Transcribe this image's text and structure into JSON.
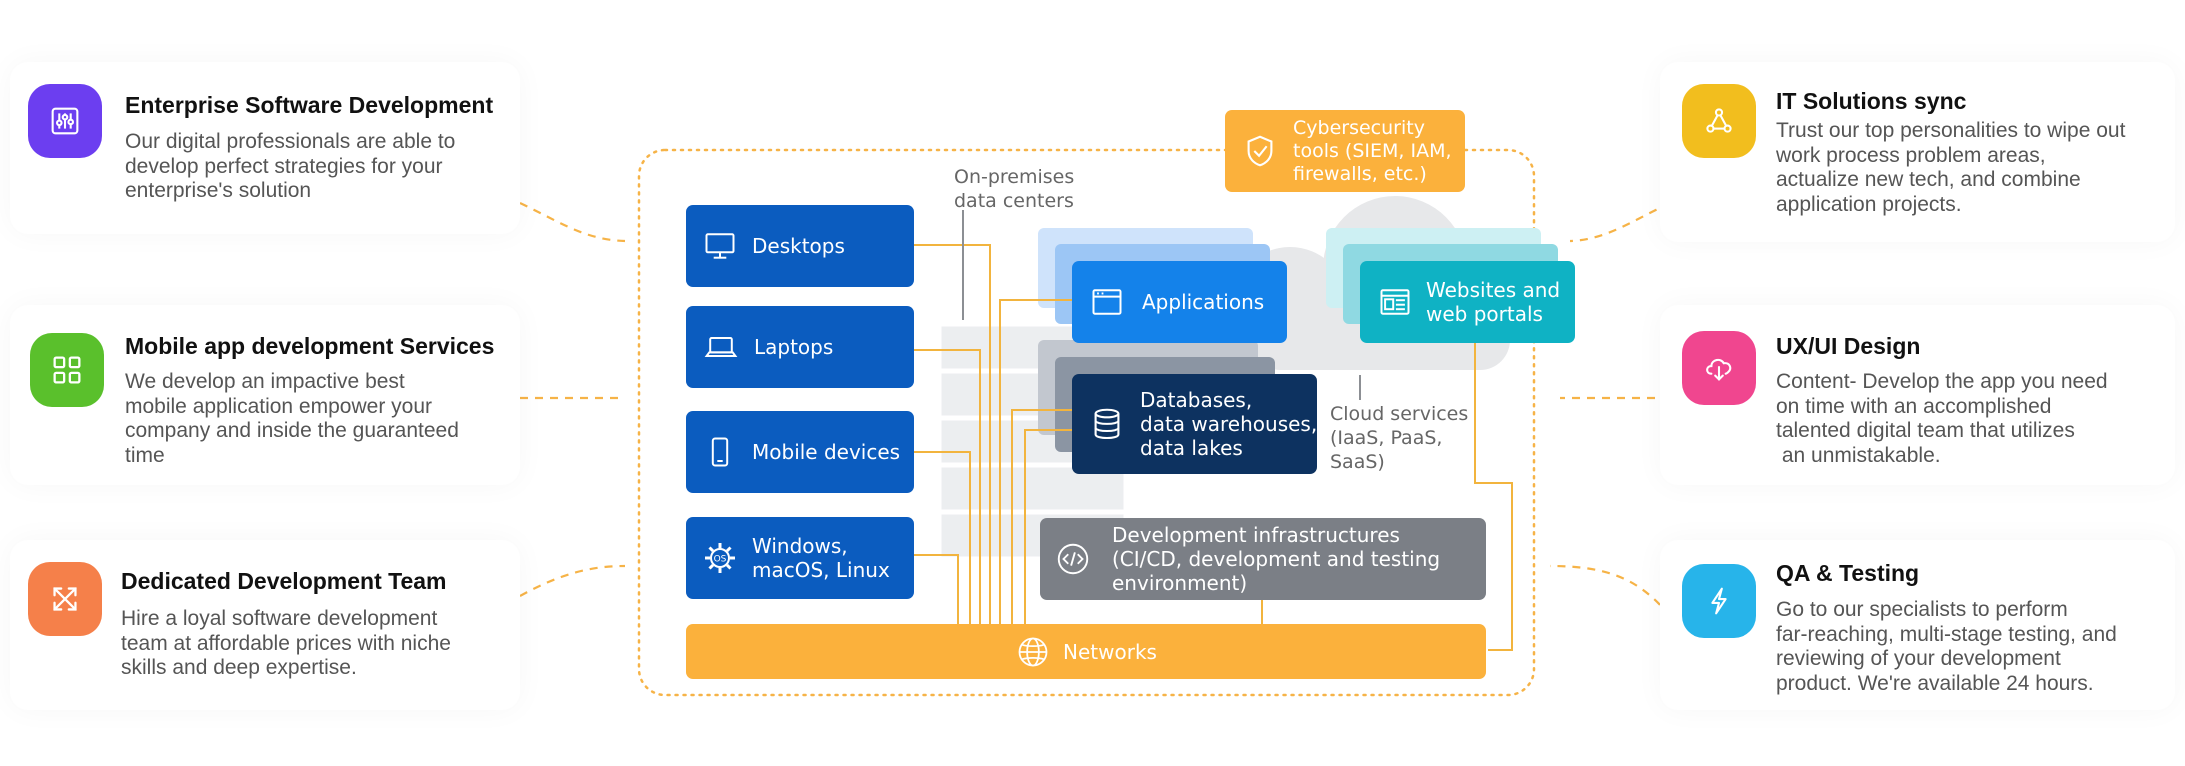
{
  "left_cards": [
    {
      "title": "Enterprise Software Development",
      "desc": [
        "Our digital professionals are able to",
        "develop perfect strategies for your",
        "enterprise's solution"
      ],
      "icon": "sliders-icon",
      "color": "#6c3ef0"
    },
    {
      "title": "Mobile app development Services",
      "desc": [
        "We develop an impactive best",
        "mobile application empower your",
        "company and inside the guaranteed",
        "time"
      ],
      "icon": "grid-icon",
      "color": "#5ac02c"
    },
    {
      "title": "Dedicated Development Team",
      "desc": [
        "Hire a loyal software development",
        "team at affordable prices with niche",
        "skills and deep expertise."
      ],
      "icon": "expand-arrows-icon",
      "color": "#f5804a"
    }
  ],
  "right_cards": [
    {
      "title": "IT Solutions sync",
      "desc": [
        "Trust our top personalities to wipe out",
        "work process problem areas,",
        "actualize new tech, and combine",
        "application projects."
      ],
      "icon": "network-share-icon",
      "color": "#f2be1e"
    },
    {
      "title": "UX/UI Design",
      "desc": [
        "Content- Develop the app you need",
        "on time with an accomplished",
        "talented digital team that utilizes",
        " an unmistakable."
      ],
      "icon": "cloud-download-icon",
      "color": "#f0468f"
    },
    {
      "title": "QA & Testing",
      "desc": [
        "Go to our specialists to perform",
        "far-reaching, multi-stage testing, and",
        "reviewing of your development",
        "product. We're available 24 hours."
      ],
      "icon": "lightning-icon",
      "color": "#27b4ea"
    }
  ],
  "diagram": {
    "cybersecurity": [
      "Cybersecurity",
      "tools (SIEM, IAM,",
      "firewalls, etc.)"
    ],
    "on_premises": [
      "On-premises",
      "data centers"
    ],
    "devices": [
      "Desktops",
      "Laptops",
      "Mobile devices"
    ],
    "os": [
      "Windows,",
      "macOS, Linux"
    ],
    "applications": "Applications",
    "websites": [
      "Websites and",
      "web portals"
    ],
    "databases": [
      "Databases,",
      "data warehouses,",
      "data lakes"
    ],
    "cloud": [
      "Cloud services",
      "(IaaS, PaaS,",
      "SaaS)"
    ],
    "dev_infra": [
      "Development infrastructures",
      "(CI/CD, development and testing",
      "environment)"
    ],
    "networks": "Networks",
    "os_icon_text": "OS"
  },
  "colors": {
    "device_blue": "#0b5cbf",
    "app_blue": "#1482ea",
    "web_teal": "#0fb2c4",
    "db_navy": "#0d3260",
    "infra_gray": "#7b7f86",
    "orange": "#fbb13c"
  }
}
